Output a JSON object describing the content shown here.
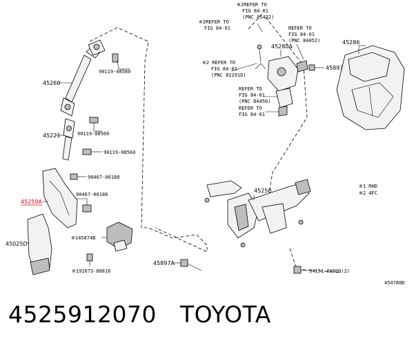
{
  "labels": {
    "p45260": "45260",
    "p90119a": "90119-08560",
    "p45221": "45221",
    "p90119b": "90119-08560",
    "p90119c": "90119-08560",
    "p90467a": "90467-06188",
    "p90467b": "90467-06188",
    "p45259a": "45259A",
    "p45025d": "45025D",
    "p45874b": "※145874B",
    "p91673": "※191673-80816",
    "p45897a": "45897A",
    "p94151": "94151-80800(2)",
    "p45250": "45250",
    "p45280a": "45280A",
    "p45897": "45897",
    "p45286": "45286",
    "ref1_l1": "※2REFER TO",
    "ref1_l2": "FIG 84-01",
    "ref1_l3": "(PNC 85432)",
    "ref2_l1": "※2REFER TO",
    "ref2_l2": "FIG 84-01",
    "ref3_l1": "REFER TO",
    "ref3_l2": "FIG 84-01",
    "ref3_l3": "(PNC 84052)",
    "ref4_l1": "※2 REFER TO",
    "ref4_l2": "FIG 84-01",
    "ref4_l3": "(PNC 82291D)",
    "ref5_l1": "REFER TO",
    "ref5_l2": "FIG 84-01",
    "ref5_l3": "(PNC 84450)",
    "ref6_l1": "REFER TO",
    "ref6_l2": "FIG 84-01",
    "note1": "※1 RHD",
    "note2": "※2 4FC",
    "figno": "454780D"
  },
  "caption": {
    "part_number": "4525912070",
    "brand": "TOYOTA"
  },
  "colors": {
    "highlight": "#d0021b"
  }
}
